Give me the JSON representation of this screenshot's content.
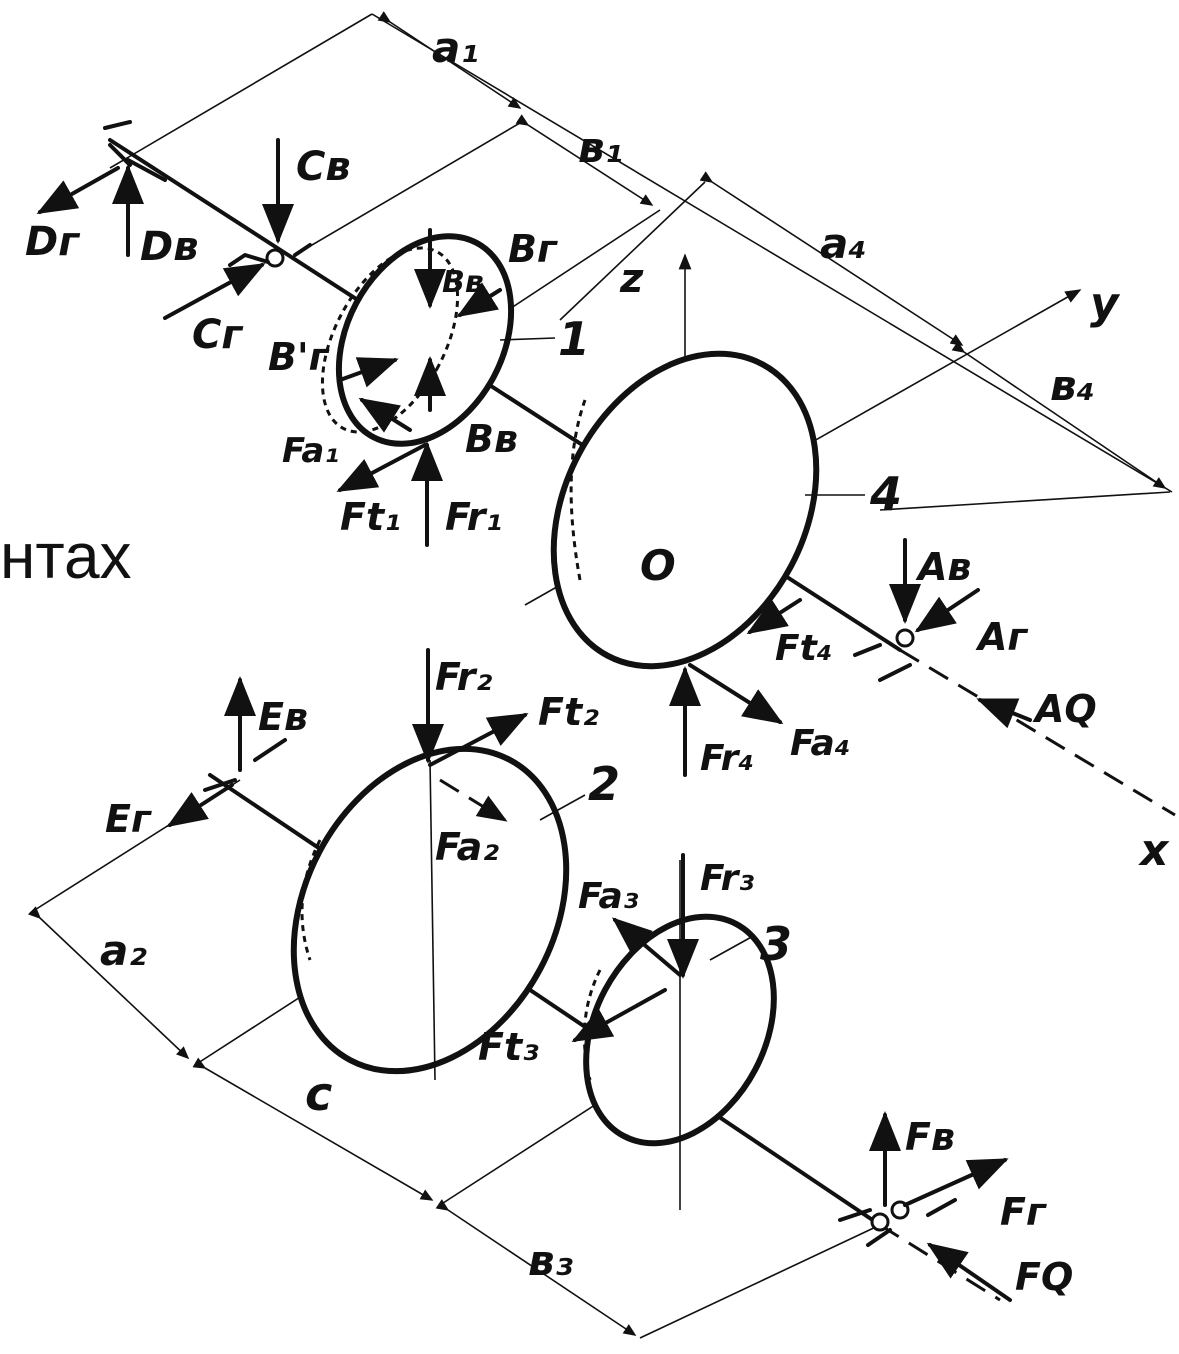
{
  "background_text": "нтах",
  "axes": {
    "z": "z",
    "y": "y",
    "x": "x",
    "origin": "O"
  },
  "gears": {
    "g1": "1",
    "g2": "2",
    "g3": "3",
    "g4": "4"
  },
  "dimensions": {
    "a1": "a₁",
    "b1": "в₁",
    "a4": "a₄",
    "b4": "в₄",
    "a2": "a₂",
    "c": "c",
    "b3": "в₃"
  },
  "supports": {
    "D_horizontal": "Dг",
    "D_vertical": "Dв",
    "C_vertical": "Cв",
    "C_horizontal": "Cг",
    "B_horizontal": "Bг",
    "B_vertical_top": "Bв",
    "B_horizontal_prime": "B'г",
    "B_vertical": "Bв",
    "A_vertical": "Aв",
    "A_horizontal": "Aг",
    "A_axial": "AQ",
    "E_vertical": "Eв",
    "E_horizontal": "Eг",
    "F_vertical": "Fв",
    "F_horizontal": "Fг",
    "F_axial": "FQ"
  },
  "forces": {
    "Fa1": "Fa₁",
    "Ft1": "Ft₁",
    "Fr1": "Fr₁",
    "Ft4": "Ft₄",
    "Fa4": "Fa₄",
    "Fr4": "Fr₄",
    "Fr2": "Fr₂",
    "Ft2": "Ft₂",
    "Fa2": "Fa₂",
    "Fa3": "Fa₃",
    "Fr3": "Fr₃",
    "Ft3": "Ft₃"
  }
}
